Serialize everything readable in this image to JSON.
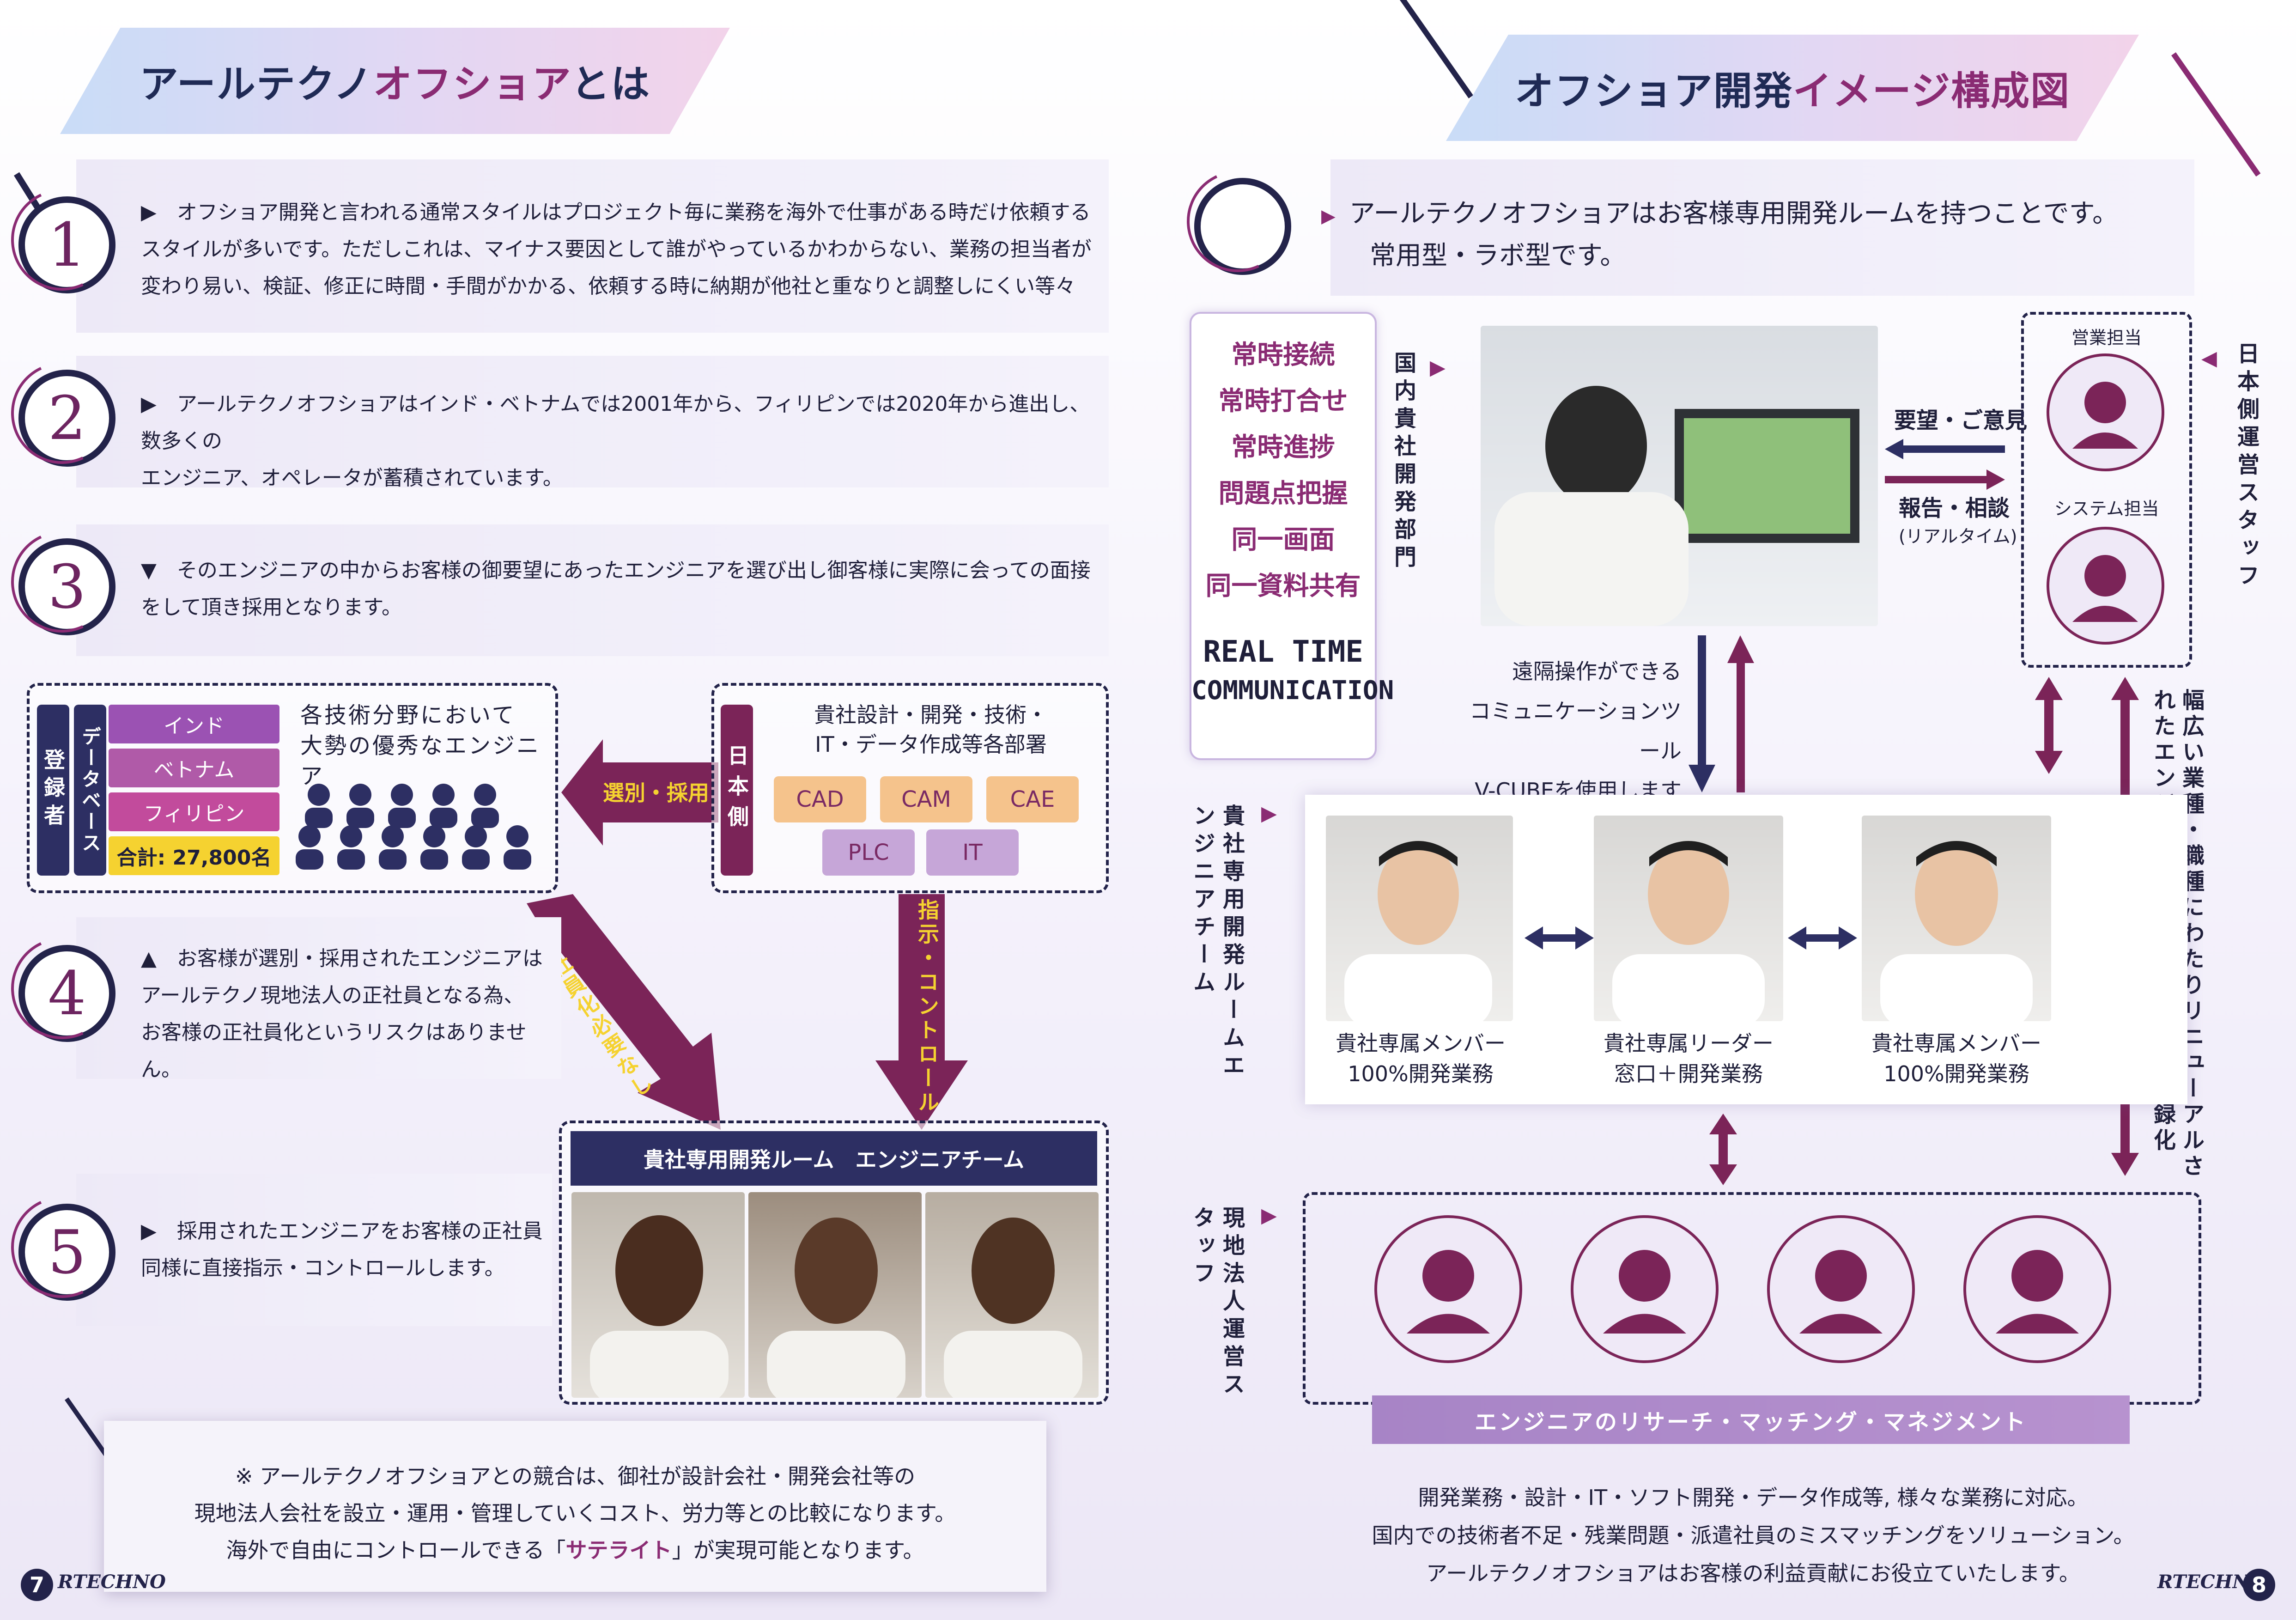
{
  "left": {
    "title_a": "アールテクノ",
    "title_b": "オフショア",
    "title_c": "とは",
    "points": [
      {
        "num": "1",
        "lines": [
          "▶　オフショア開発と言われる通常スタイルはプロジェクト毎に業務を海外で仕事がある時だけ依頼する",
          "スタイルが多いです。ただしこれは、マイナス要因として誰がやっているかわからない、業務の担当者が",
          "変わり易い、検証、修正に時間・手間がかかる、依頼する時に納期が他社と重なりと調整しにくい等々"
        ]
      },
      {
        "num": "2",
        "lines": [
          "▶　アールテクノオフショアはインド・ベトナムでは2001年から、フィリピンでは2020年から進出し、数多くの",
          "エンジニア、オペレータが蓄積されています。"
        ]
      },
      {
        "num": "3",
        "lines": [
          "▼　そのエンジニアの中からお客様の御要望にあったエンジニアを選び出し御客様に実際に会っての面接",
          "をして頂き採用となります。"
        ]
      },
      {
        "num": "4",
        "lines": [
          "▲　お客様が選別・採用されたエンジニアは",
          "アールテクノ現地法人の正社員となる為、",
          "お客様の正社員化というリスクはありません。"
        ]
      },
      {
        "num": "5",
        "lines": [
          "▶　採用されたエンジニアをお客様の正社員",
          "同様に直接指示・コントロールします。"
        ]
      }
    ],
    "registrants": {
      "label_a": "登録者",
      "label_b": "データベース",
      "countries": [
        "インド",
        "ベトナム",
        "フィリピン"
      ],
      "total": "合計: 27,800名",
      "desc": [
        "各技術分野において",
        "大勢の優秀なエンジニア"
      ]
    },
    "japan": {
      "label": "日本側",
      "title": [
        "貴社設計・開発・技術・",
        "IT・データ作成等各部署"
      ],
      "depts": [
        "CAD",
        "CAM",
        "CAE",
        "PLC",
        "IT"
      ]
    },
    "arrow_select": "選別・採用",
    "arrow_direct": "指示・コントロール",
    "arrow_nofull": "正社員化必要なし",
    "team_title": "貴社専用開発ルーム　エンジニアチーム",
    "note_lines": [
      "※ アールテクノオフショアとの競合は、御社が設計会社・開発会社等の",
      "現地法人会社を設立・運用・管理していくコスト、労力等との比較になります。"
    ],
    "note_last_a": "海外で自由にコントロールできる「",
    "note_last_b": "サテライト",
    "note_last_c": "」が実現可能となります。",
    "page": "7",
    "logo": "RTECHNO"
  },
  "right": {
    "title_a": "オフショア開発",
    "title_b": "イメージ構成図",
    "intro": [
      "アールテクノオフショアはお客様専用開発ルームを持つことです。",
      "常用型・ラボ型です。"
    ],
    "features": [
      "常時接続",
      "常時打合せ",
      "常時進捗",
      "問題点把握",
      "同一画面",
      "同一資料共有"
    ],
    "realtime": [
      "REAL TIME",
      "COMMUNICATION"
    ],
    "label_domestic": "国内貴社開発部門",
    "label_japan_staff": "日本側運営スタッフ",
    "sales": "営業担当",
    "system": "システム担当",
    "request": "要望・ご意見",
    "report": "報告・相談",
    "report_sub": "(リアルタイム)",
    "remote": [
      "遠隔操作ができる",
      "コミュニケーションツール",
      "V-CUBEを使用します"
    ],
    "label_room": "貴社専用開発ルームエンジニアチーム",
    "members": [
      {
        "l1": "貴社専属メンバー",
        "l2": "100%開発業務"
      },
      {
        "l1": "貴社専属リーダー",
        "l2": "窓口＋開発業務"
      },
      {
        "l1": "貴社専属メンバー",
        "l2": "100%開発業務"
      }
    ],
    "label_db": "幅広い業種・職種にわたりリニューアルされたエンジニアをデータベース、登録化",
    "label_local": "現地法人運営スタッフ",
    "research": "エンジニアのリサーチ・マッチング・マネジメント",
    "closing": [
      "開発業務・設計・IT・ソフト開発・データ作成等, 様々な業務に対応。",
      "国内での技術者不足・残業問題・派遣社員のミスマッチングをソリューション。",
      "アールテクノオフショアはお客様の利益貢献にお役立ていたします。"
    ],
    "page": "8",
    "logo": "RTECHNO"
  },
  "colors": {
    "navy": "#23234a",
    "magenta": "#8a2b73",
    "gold": "#f5d230",
    "purple": "#9b52b3"
  }
}
